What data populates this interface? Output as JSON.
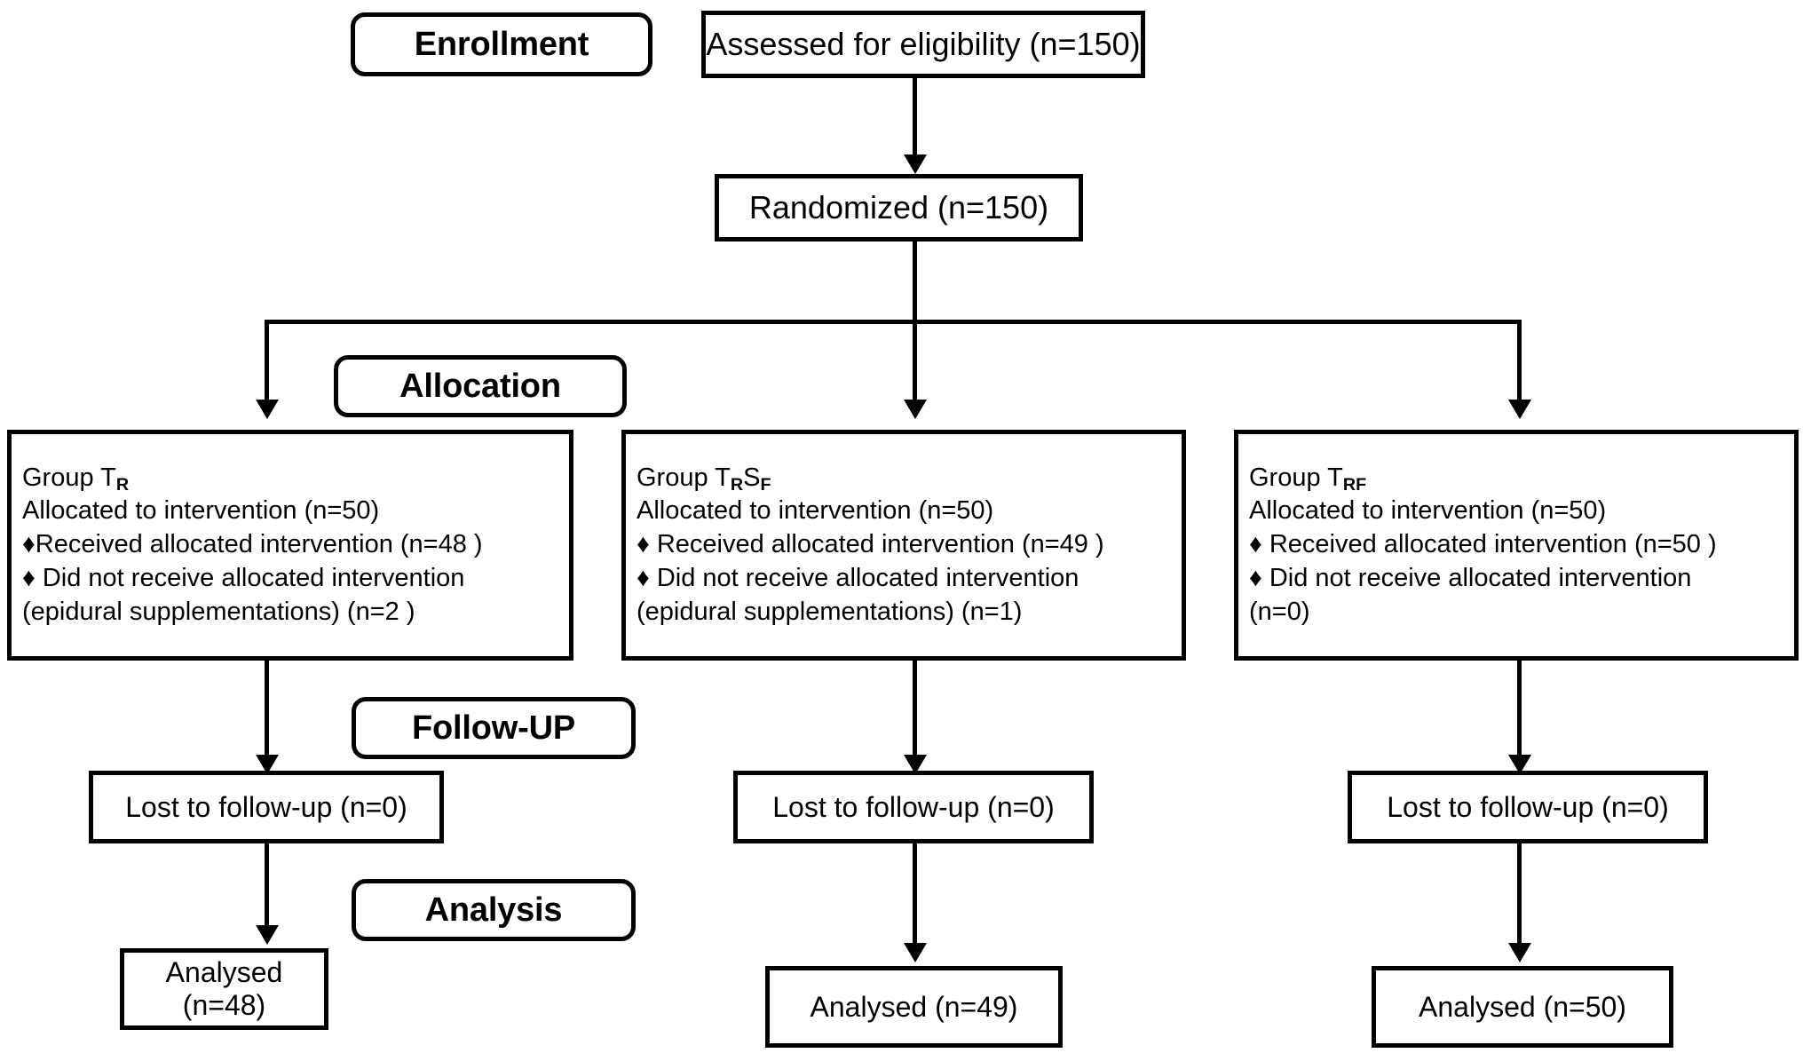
{
  "diagram": {
    "title": "CONSORT participant flow diagram",
    "colors": {
      "line": "#000000",
      "background": "#ffffff",
      "text": "#000000"
    },
    "stages": [
      {
        "key": "enrollment",
        "label": "Enrollment"
      },
      {
        "key": "allocation",
        "label": "Allocation"
      },
      {
        "key": "followup",
        "label": "Follow-UP"
      },
      {
        "key": "analysis",
        "label": "Analysis"
      }
    ],
    "enrollment": {
      "assessed": "Assessed for eligibility (n=150)",
      "randomized": "Randomized (n=150)"
    },
    "arms": [
      {
        "id": "arm-tr",
        "group_prefix": "Group T",
        "group_sub1": "R",
        "group_sub2": "",
        "group_label": "Group TR",
        "allocated": "Allocated to intervention (n=50)",
        "bullets": [
          "♦Received allocated intervention (n=48 )",
          "♦ Did not receive allocated intervention",
          "(epidural supplementations) (n=2 )"
        ],
        "lost": "Lost to follow-up (n=0)",
        "analysed": "Analysed  (n=48)"
      },
      {
        "id": "arm-trsf",
        "group_prefix": "Group T",
        "group_sub1": "R",
        "group_mid": "S",
        "group_sub2": "F",
        "group_label": "Group TRSF",
        "allocated": "Allocated to intervention  (n=50)",
        "bullets": [
          "♦ Received allocated intervention  (n=49 )",
          "♦  Did not receive allocated intervention",
          "(epidural supplementations) (n=1)"
        ],
        "lost": "Lost to follow-up (n=0)",
        "analysed": "Analysed  (n=49)"
      },
      {
        "id": "arm-trf",
        "group_prefix": "Group T",
        "group_sub1": "RF",
        "group_sub2": "",
        "group_label": "Group TRF",
        "allocated": "Allocated to intervention (n=50)",
        "bullets": [
          "♦ Received allocated intervention (n=50 )",
          "♦  Did not receive allocated intervention",
          "(n=0)"
        ],
        "lost": "Lost to follow-up (n=0)",
        "analysed": "Analysed  (n=50)"
      }
    ]
  }
}
